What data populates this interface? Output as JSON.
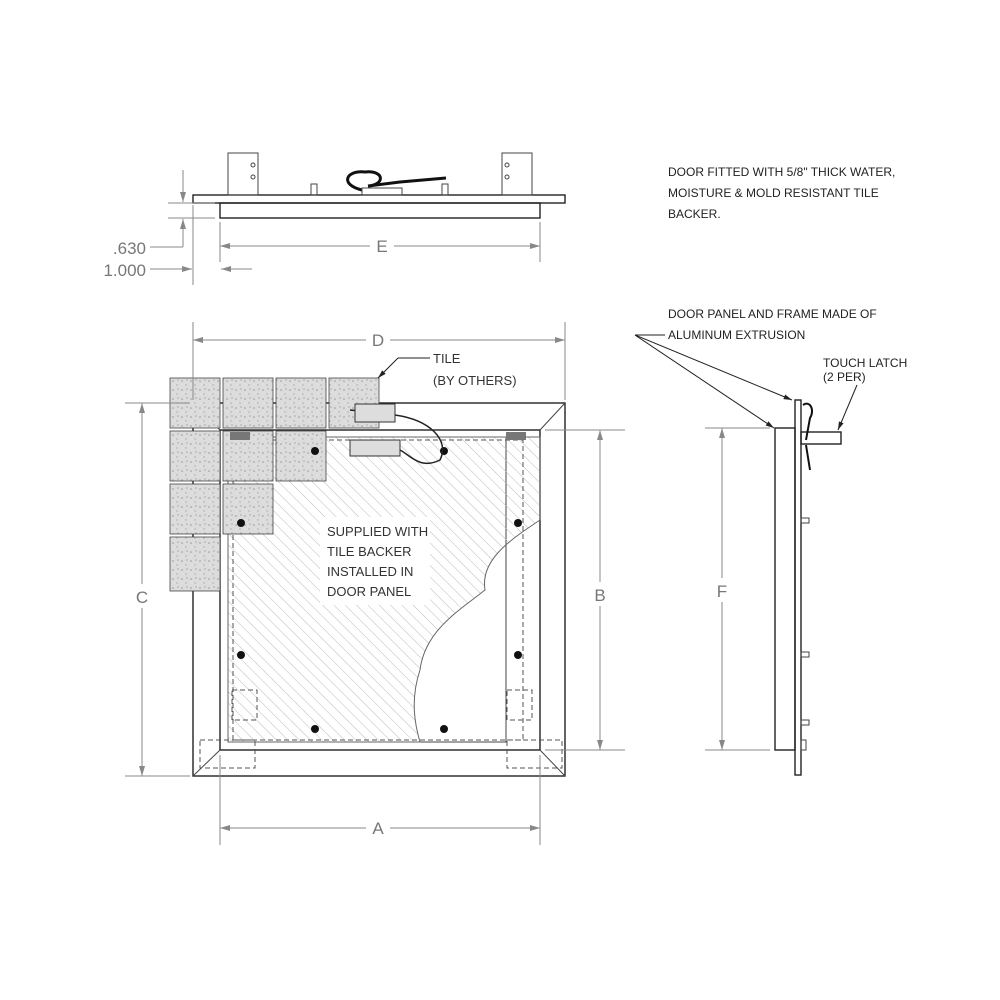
{
  "dimensions": {
    "a": "A",
    "b": "B",
    "c": "C",
    "d": "D",
    "e": "E",
    "f": "F",
    "flange_thickness": ".630",
    "overall_depth": "1.000"
  },
  "notes": {
    "tile_backer_line1": "DOOR FITTED WITH 5/8\" THICK WATER,",
    "tile_backer_line2": "MOISTURE & MOLD RESISTANT TILE",
    "tile_backer_line3": "BACKER.",
    "material_line1": "DOOR PANEL AND FRAME MADE OF",
    "material_line2": "ALUMINUM EXTRUSION",
    "latch_line1": "TOUCH LATCH",
    "latch_line2": "(2 PER)",
    "tile_line1": "TILE",
    "tile_line2": "(BY OTHERS)",
    "supplied_line1": "SUPPLIED WITH",
    "supplied_line2": "TILE BACKER",
    "supplied_line3": "INSTALLED IN",
    "supplied_line4": "DOOR PANEL"
  },
  "colors": {
    "line": "#222222",
    "dimension": "#888888",
    "tile": "#d9d9d9"
  }
}
